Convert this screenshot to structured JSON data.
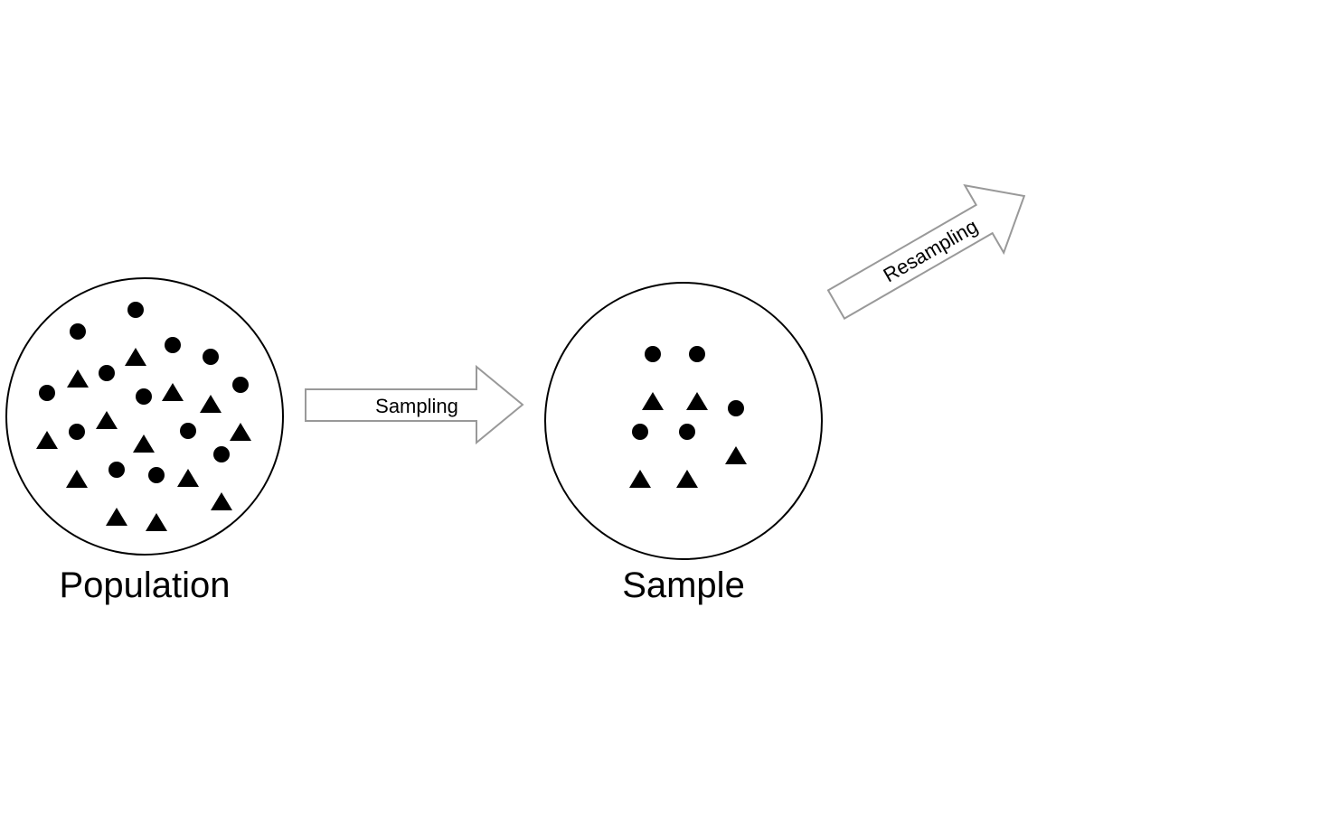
{
  "colors": {
    "background": "#ffffff",
    "outline": "#000000",
    "arrow_stroke": "#999999",
    "figure": "#000000"
  },
  "labels": {
    "population": "Population",
    "sample": "Sample",
    "sampling": "Sampling",
    "resampling": "Resampling"
  },
  "icons": {
    "person": "stick-figure-icon"
  }
}
